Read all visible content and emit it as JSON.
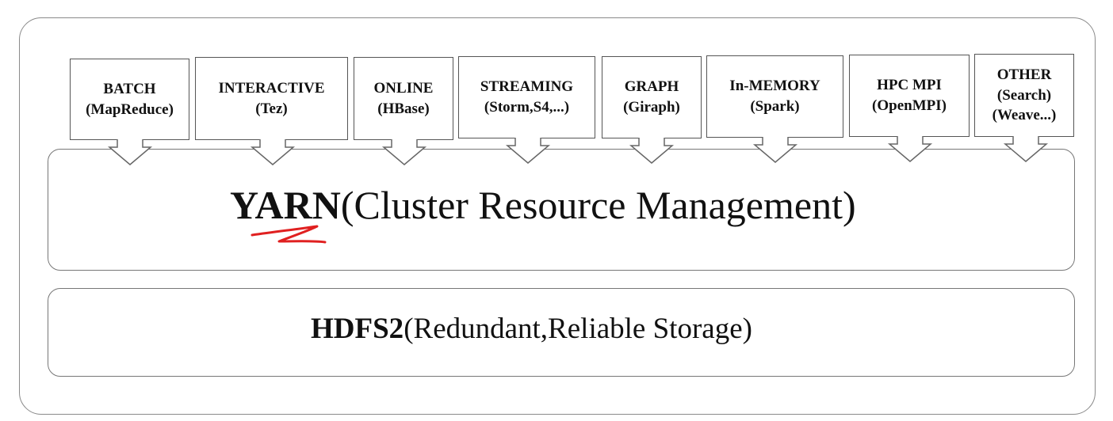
{
  "apps": [
    {
      "name": "BATCH",
      "engine": "(MapReduce)"
    },
    {
      "name": "INTERACTIVE",
      "engine": "(Tez)"
    },
    {
      "name": "ONLINE",
      "engine": "(HBase)"
    },
    {
      "name": "STREAMING",
      "engine": "(Storm,S4,...)"
    },
    {
      "name": "GRAPH",
      "engine": "(Giraph)"
    },
    {
      "name": "In-MEMORY",
      "engine": "(Spark)"
    },
    {
      "name": "HPC MPI",
      "engine": "(OpenMPI)"
    },
    {
      "name": "OTHER",
      "engine": "(Search)",
      "engine2": "(Weave...)"
    }
  ],
  "yarn": {
    "name": "YARN",
    "description": "(Cluster Resource Management)",
    "annotation_color": "#e02020"
  },
  "hdfs": {
    "name": "HDFS2",
    "description": "(Redundant,Reliable Storage)"
  }
}
